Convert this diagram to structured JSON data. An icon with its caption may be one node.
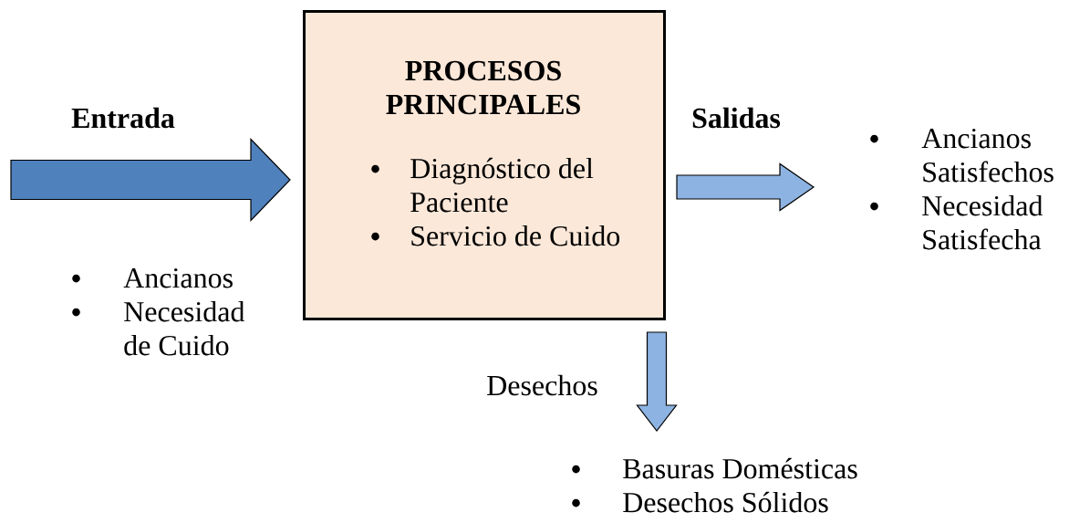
{
  "diagram": {
    "nodes": [
      {
        "text": [
          "PROCESOS PRINCIPALES",
          "Diagnóstico del Paciente",
          "Servicio de Cuido"
        ]
      },
      {
        "text": [
          "Ancianos Satisfechos",
          "Necesidad Satisfecha"
        ]
      },
      {
        "text": [
          "Basuras Domésticas",
          "Desechos Sólidos"
        ]
      }
    ],
    "edges": [
      {
        "from": null,
        "to": 0,
        "arrow": "to",
        "label": "Entrada",
        "color": "#4f81bd"
      },
      {
        "from": 0,
        "to": 1,
        "arrow": "to",
        "label": "Salidas"
      },
      {
        "from": 0,
        "to": 2,
        "arrow": "to",
        "label": "Desechos"
      }
    ],
    "labels": [
      "Ancianos",
      "Necesidad de Cuido"
    ]
  }
}
